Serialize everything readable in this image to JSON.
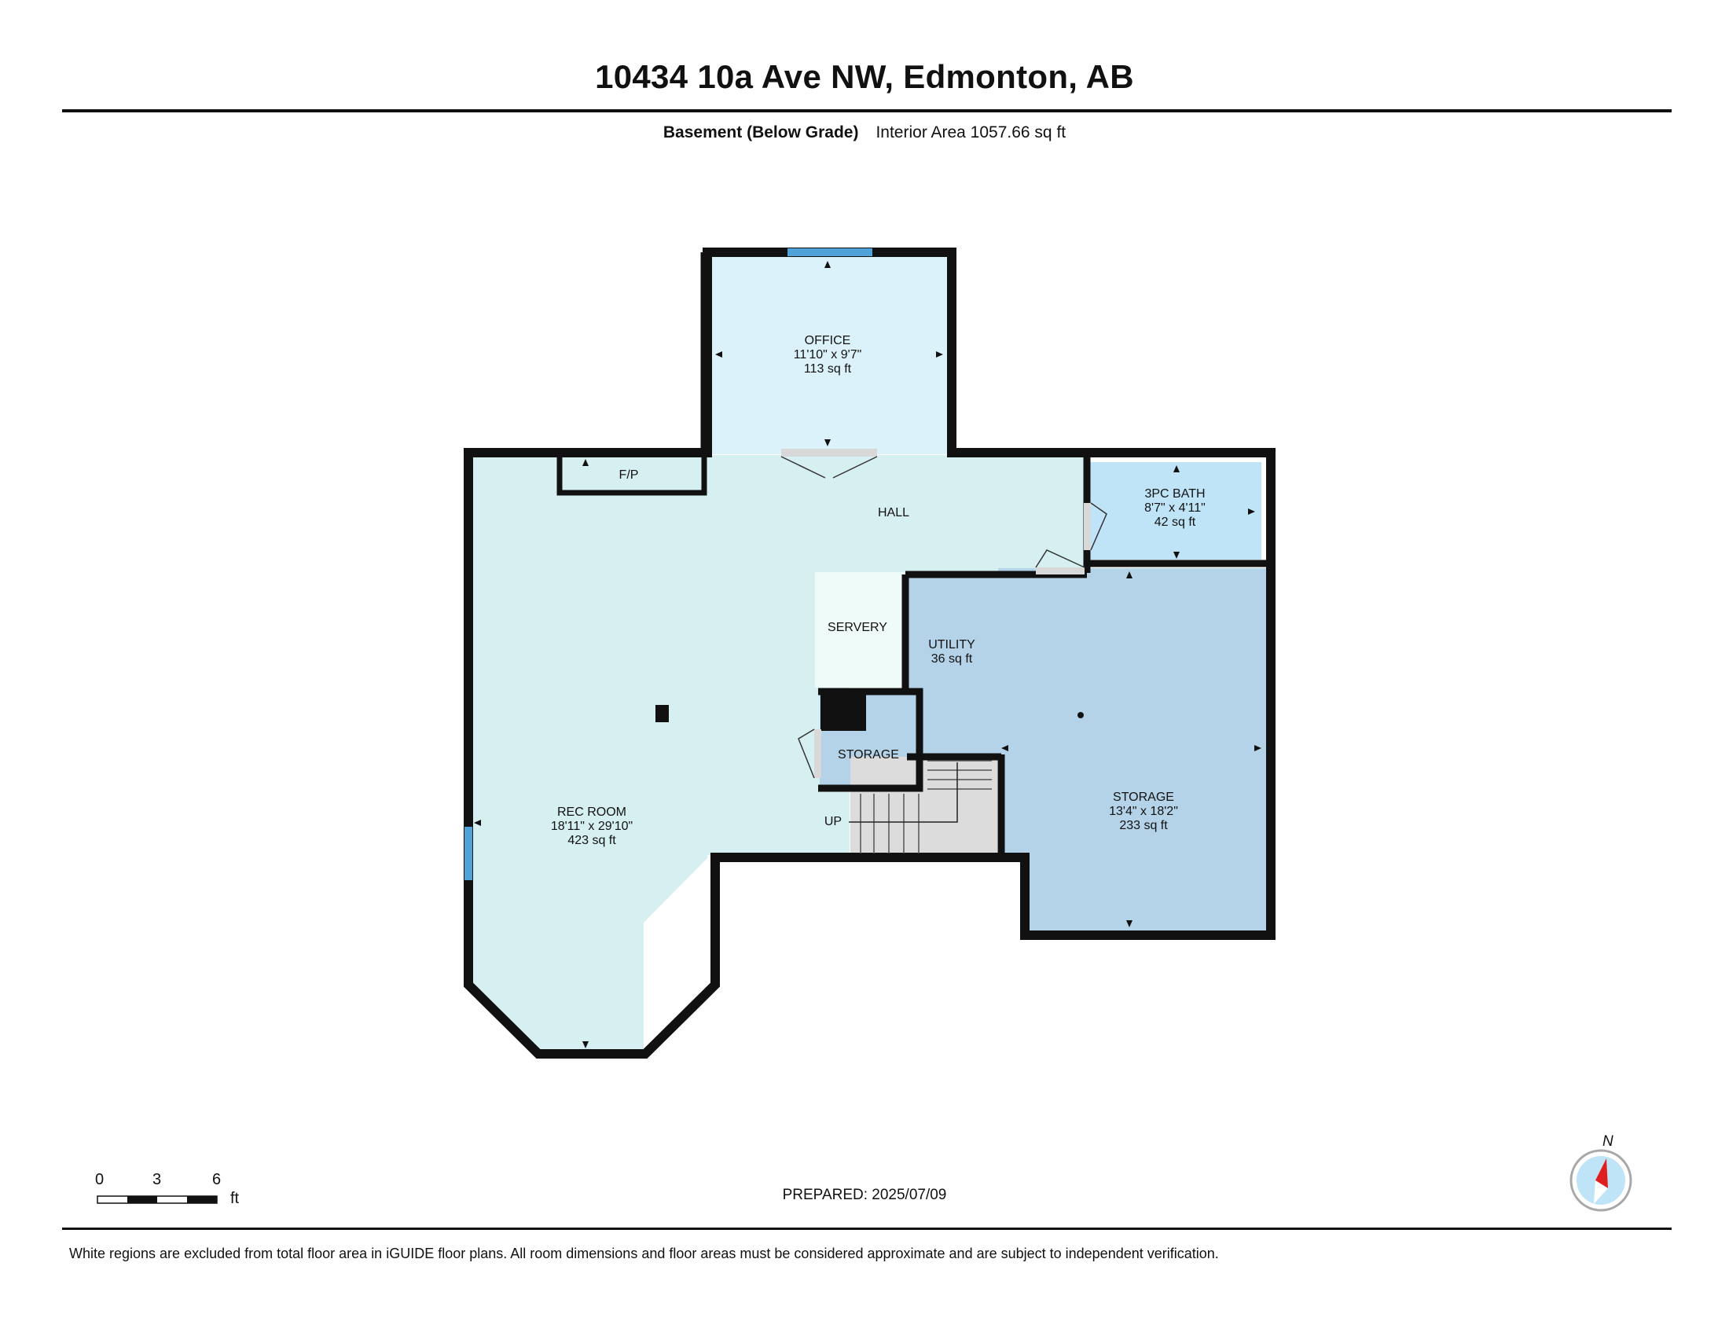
{
  "header": {
    "address": "10434 10a Ave NW, Edmonton, AB",
    "level_name": "Basement (Below Grade)",
    "interior_area": "Interior Area 1057.66 sq ft"
  },
  "rooms": {
    "office": {
      "name": "OFFICE",
      "dims": "11'10\" x 9'7\"",
      "area": "113 sq ft"
    },
    "fireplace": {
      "name": "F/P"
    },
    "hall": {
      "name": "HALL"
    },
    "bath": {
      "name": "3PC BATH",
      "dims": "8'7\" x 4'11\"",
      "area": "42 sq ft"
    },
    "servery": {
      "name": "SERVERY"
    },
    "utility": {
      "name": "UTILITY",
      "area": "36 sq ft"
    },
    "storage_small": {
      "name": "STORAGE"
    },
    "stairs": {
      "name": "UP"
    },
    "rec_room": {
      "name": "REC ROOM",
      "dims": "18'11\" x 29'10\"",
      "area": "423 sq ft"
    },
    "storage_large": {
      "name": "STORAGE",
      "dims": "13'4\" x 18'2\"",
      "area": "233 sq ft"
    }
  },
  "scale": {
    "ticks": [
      "0",
      "3",
      "6"
    ],
    "unit": "ft"
  },
  "compass": {
    "north_label": "N"
  },
  "footer": {
    "prepared": "PREPARED: 2025/07/09",
    "disclaimer": "White regions are excluded from total floor area in iGUIDE floor plans. All room dimensions and floor areas must be considered approximate and are subject to independent verification."
  },
  "colors": {
    "rec_hall": "#d6f0f1",
    "office": "#dcf2fa",
    "bath": "#bfe4f8",
    "storage": "#b4d3e8",
    "servery": "#effbf8",
    "stairs": "#dcdcdc",
    "window": "#4fa3d8",
    "wall": "#111111"
  }
}
